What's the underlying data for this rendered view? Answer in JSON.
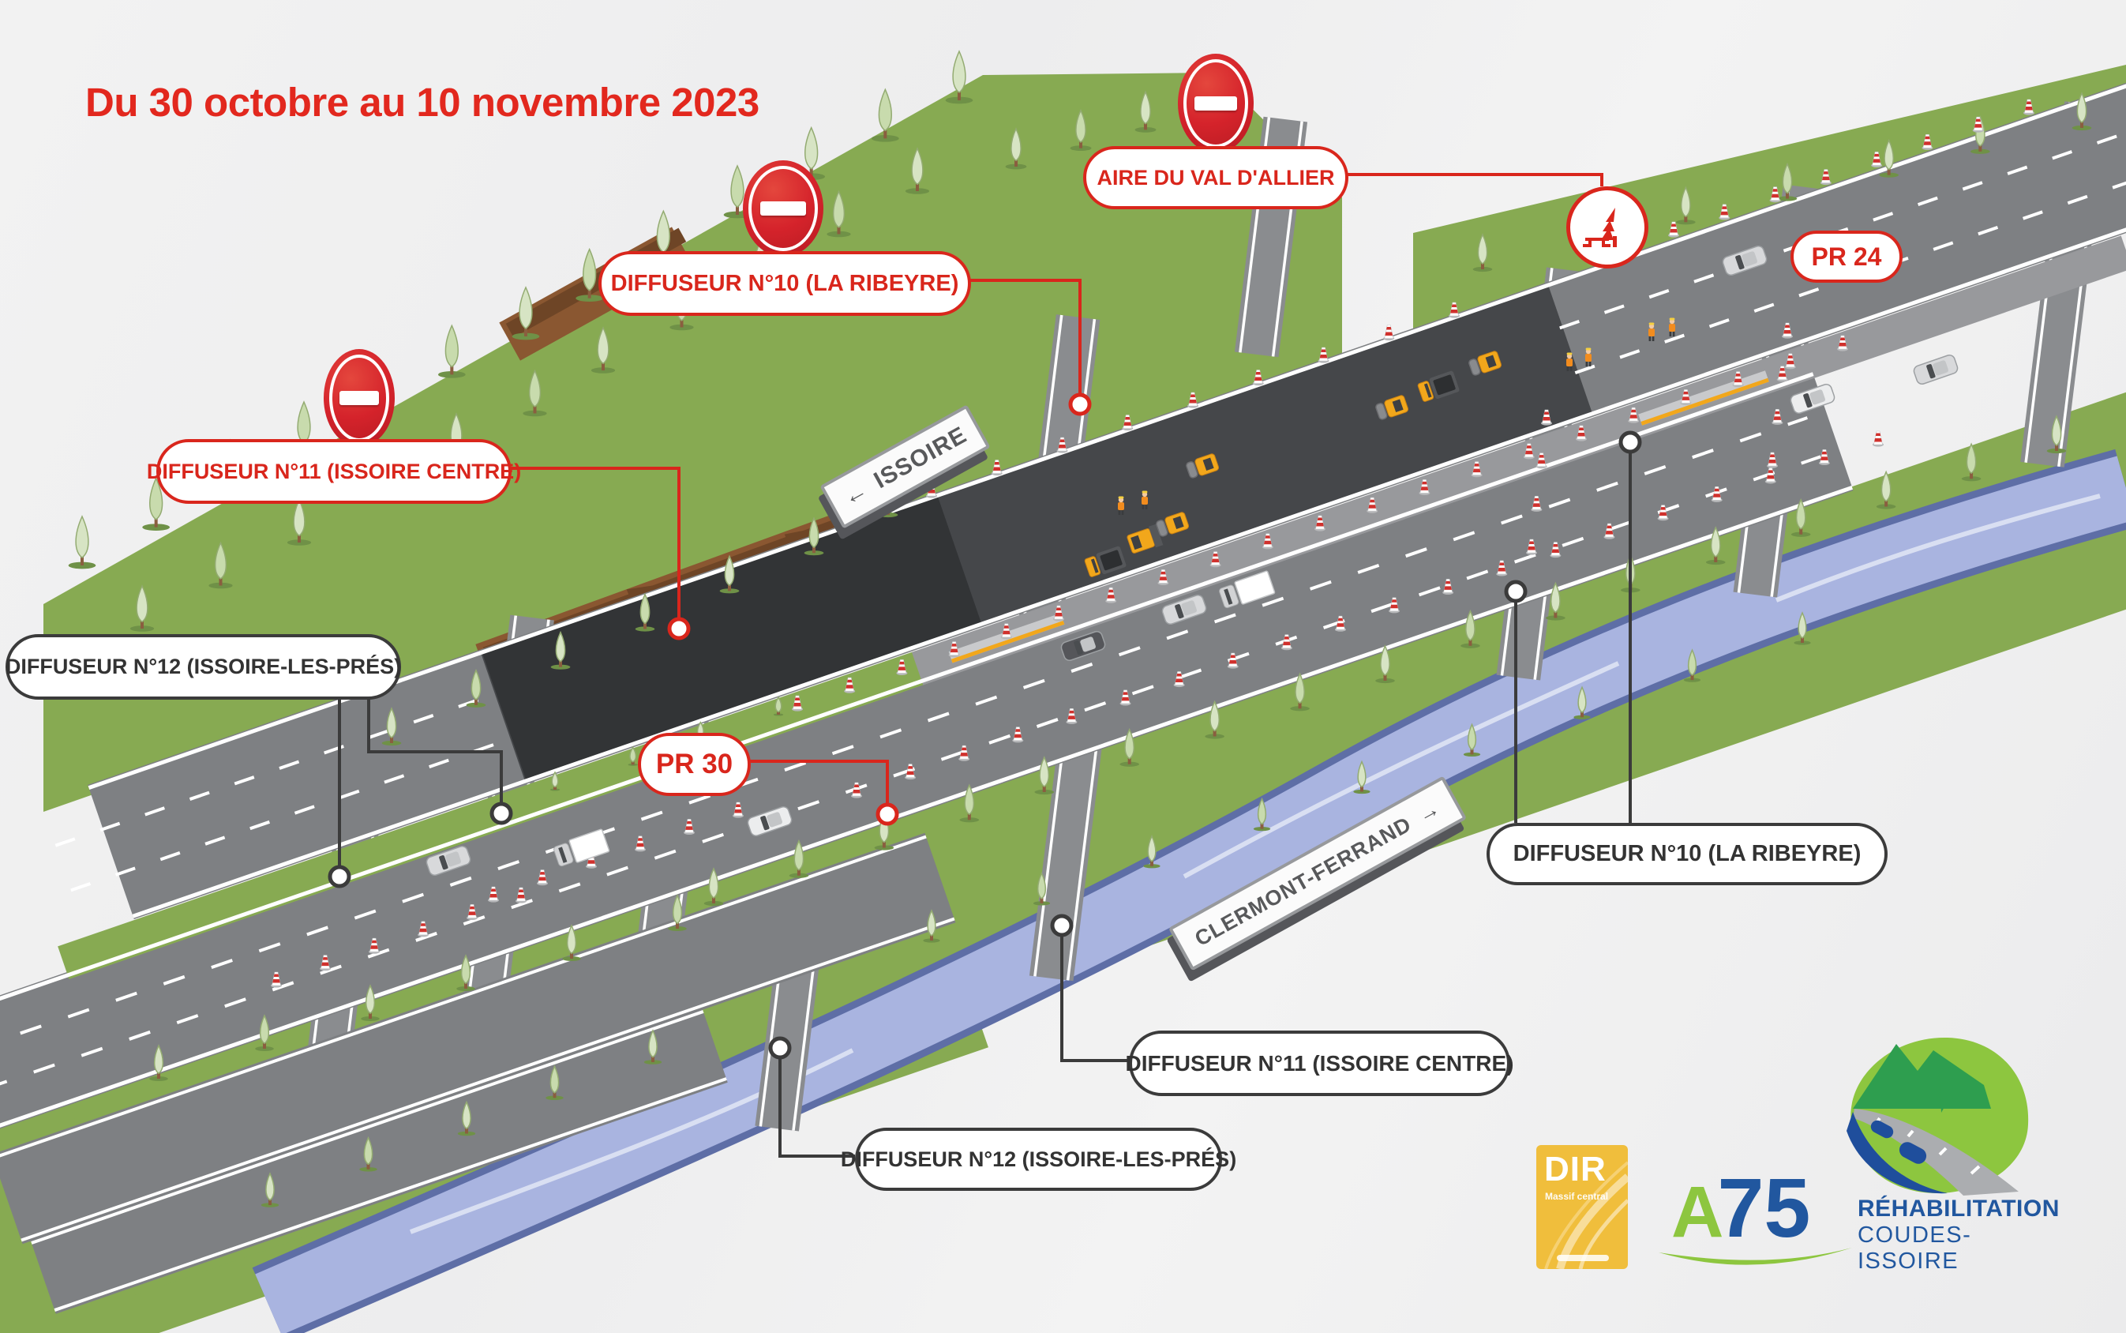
{
  "title": "Du 30 octobre au 10 novembre 2023",
  "callouts": {
    "aire": {
      "label": "AIRE DU VAL D'ALLIER"
    },
    "diffuseur10_red": {
      "label": "DIFFUSEUR N°10 (LA RIBEYRE)"
    },
    "diffuseur11_red": {
      "label": "DIFFUSEUR N°11 (ISSOIRE CENTRE)"
    },
    "diffuseur12_left": {
      "label": "DIFFUSEUR N°12 (ISSOIRE-LES-PRÉS)"
    },
    "pr30": {
      "label": "PR 30"
    },
    "pr24": {
      "label": "PR 24"
    },
    "diffuseur10_dark": {
      "label": "DIFFUSEUR N°10 (LA RIBEYRE)"
    },
    "diffuseur11_dark": {
      "label": "DIFFUSEUR N°11 (ISSOIRE CENTRE)"
    },
    "diffuseur12_dark": {
      "label": "DIFFUSEUR N°12 (ISSOIRE-LES-PRÉS)"
    }
  },
  "signs": {
    "issoire": {
      "arrow": "←",
      "text": "ISSOIRE"
    },
    "clermont": {
      "text": "CLERMONT-FERRAND",
      "arrow": "→"
    }
  },
  "logos": {
    "dir": {
      "name": "DIR",
      "subtitle": "Massif central"
    },
    "a75": {
      "a": "A",
      "number": "75",
      "line1": "RÉHABILITATION",
      "line2": "COUDES-ISSOIRE"
    }
  },
  "icons": {
    "no_entry": "no-entry-sign",
    "rest_area": "picnic-table-and-tree"
  },
  "colors": {
    "accent_red": "#D9261C",
    "title_red": "#E2281E",
    "label_dark": "#3B3B3B",
    "grass_green": "#87AA52",
    "road_gray": "#7E8083",
    "new_asphalt": "#45474A",
    "river_blue": "#A9B4E0",
    "cone_red": "#D0312D",
    "machine_orange": "#F2A71B",
    "dir_yellow": "#F0BE3C",
    "a75_green": "#8DC63F",
    "a75_navy": "#21579F"
  }
}
